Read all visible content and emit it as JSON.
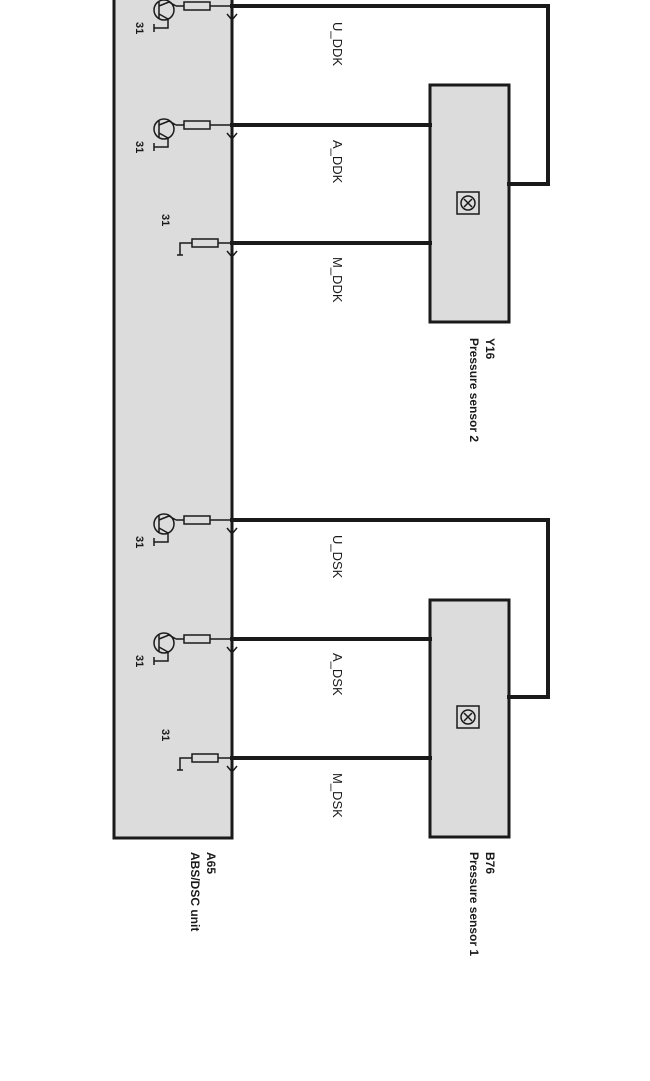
{
  "unit": {
    "id": "A65",
    "name": "ABS/DSC unit"
  },
  "sensor_top": {
    "id": "Y16",
    "name": "Pressure sensor 2"
  },
  "sensor_bottom": {
    "id": "B76",
    "name": "Pressure sensor 1"
  },
  "signals": {
    "u_ddk": "U_DDK",
    "a_ddk": "A_DDK",
    "m_ddk": "M_DDK",
    "u_dsk": "U_DSK",
    "a_dsk": "A_DSK",
    "m_dsk": "M_DSK"
  },
  "ground_label": "31",
  "colors": {
    "box_fill": "#dcdcdc",
    "line": "#1a1a1a"
  }
}
